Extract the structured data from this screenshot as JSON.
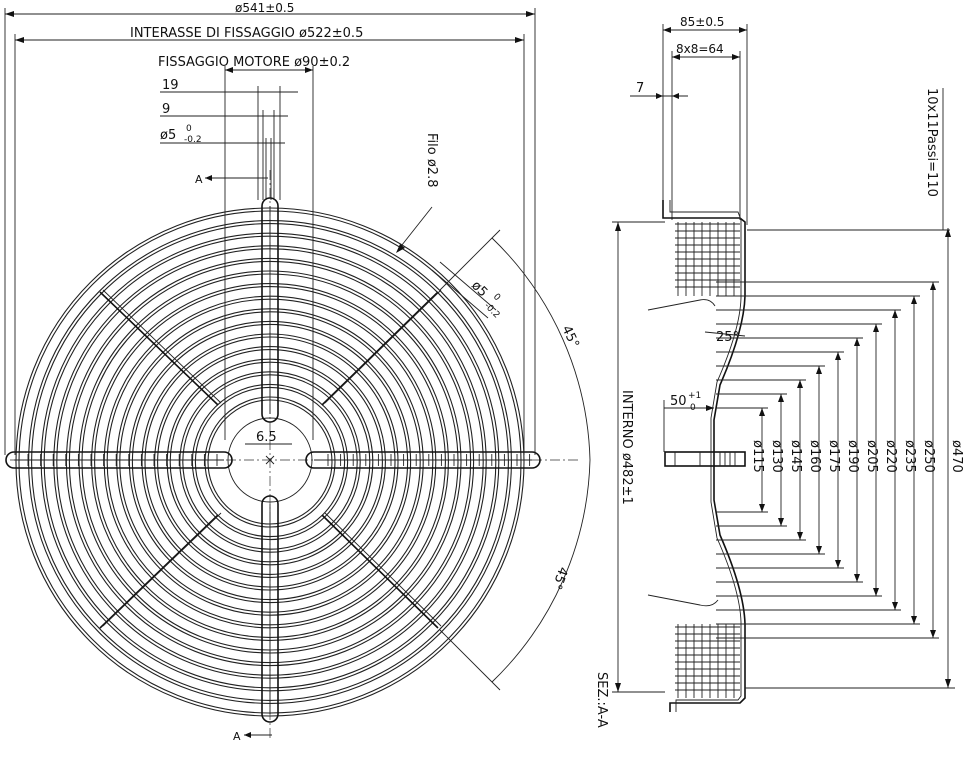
{
  "front_view": {
    "overall_diameter": "ø541±0.5",
    "mounting_center_distance": "INTERASSE  DI  FISSAGGIO  ø522±0.5",
    "motor_mounting": "FISSAGGIO  MOTORE  ø90±0.2",
    "dim_19": "19",
    "dim_9": "9",
    "hole_diameter": "ø5",
    "hole_tol_upper": "0",
    "hole_tol_lower": "-0.2",
    "section_marker_top": "A",
    "section_marker_bottom": "A",
    "wire_label": "Filo  ø2.8",
    "side_hole_diameter": "ø5",
    "side_hole_tol_upper": "0",
    "side_hole_tol_lower": "-0.2",
    "angle_upper": "45°",
    "angle_lower": "45°",
    "center_width": "6.5"
  },
  "section_view": {
    "depth": "85±0.5",
    "ring_pitch": "8x8=64",
    "dim_7": "7",
    "axial_pitch": "10x11Passi=110",
    "angle": "25°",
    "hub_depth": "50",
    "hub_tol_upper": "+1",
    "hub_tol_lower": "0",
    "inner_diameter": "INTERNO  ø482±1",
    "section_label": "SEZ.:A-A",
    "ring_diameters": [
      "ø115",
      "ø130",
      "ø145",
      "ø160",
      "ø175",
      "ø190",
      "ø205",
      "ø220",
      "ø235",
      "ø250"
    ],
    "outer_diameter": "ø470"
  }
}
